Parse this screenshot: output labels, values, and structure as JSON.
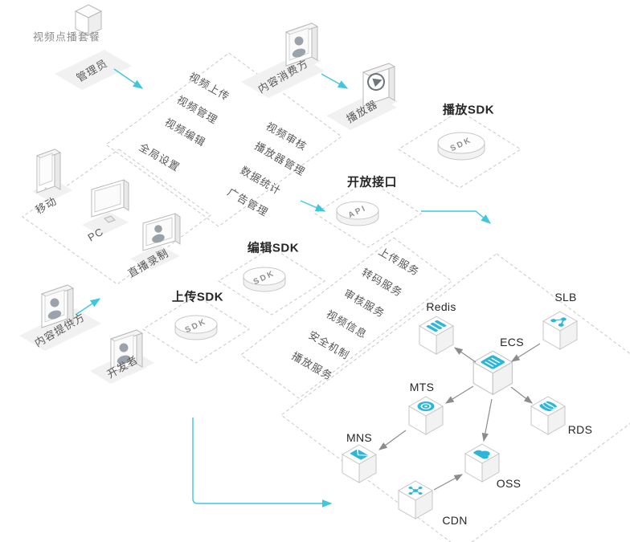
{
  "title": "视频点播套餐",
  "colors": {
    "accent_cyan": "#41c6e0",
    "icon_cyan": "#2cb6d8",
    "arrow_gray": "#8c8c8c",
    "dash_gray": "#c9c9c9",
    "text_gray": "#595959",
    "text_dark": "#262626"
  },
  "actors": {
    "admin": "管理员",
    "consumer": "内容消费方",
    "player": "播放器",
    "provider": "内容提供方",
    "developer": "开发者"
  },
  "devices": {
    "mobile": "移动",
    "pc": "PC",
    "live": "直播录制"
  },
  "console": {
    "features": [
      "视频上传",
      "视频管理",
      "视频编辑",
      "全局设置",
      "视频审核",
      "播放器管理",
      "数据统计",
      "广告管理"
    ]
  },
  "services": {
    "items": [
      "上传服务",
      "转码服务",
      "审核服务",
      "视频信息",
      "安全机制",
      "播放服务"
    ]
  },
  "sdk": {
    "play": "播放SDK",
    "edit": "编辑SDK",
    "upload": "上传SDK",
    "cylinder": "SDK"
  },
  "api": {
    "label": "开放接口",
    "cylinder": "API"
  },
  "cloud": {
    "redis": "Redis",
    "slb": "SLB",
    "ecs": "ECS",
    "mts": "MTS",
    "rds": "RDS",
    "mns": "MNS",
    "oss": "OSS",
    "cdn": "CDN"
  }
}
